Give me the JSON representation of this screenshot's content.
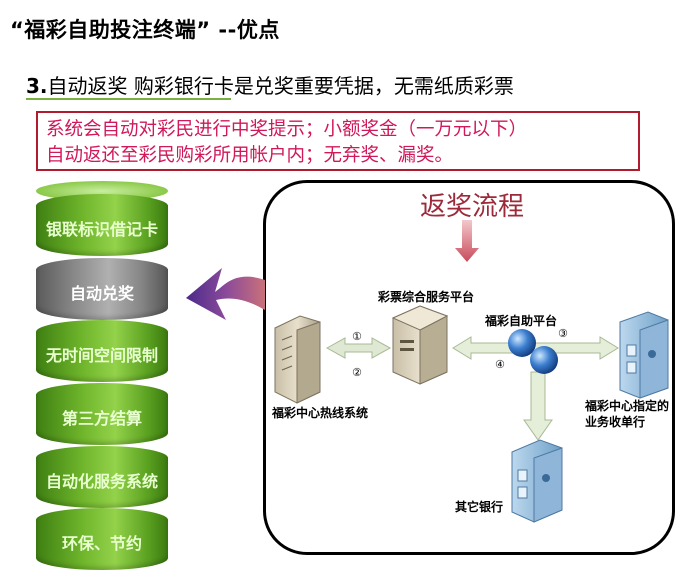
{
  "header": {
    "title": "“福彩自助投注终端” --优点"
  },
  "subtitle": {
    "number": "3.",
    "text": "自动返奖 购彩银行卡是兑奖重要凭据，无需纸质彩票"
  },
  "notice": {
    "line1": "系统会自动对彩民进行中奖提示；小额奖金（一万元以下）",
    "line2": "自动返还至彩民购彩所用帐户内；无弃奖、漏奖。"
  },
  "stack": {
    "items": [
      {
        "label": "银联标识借记卡",
        "active": false
      },
      {
        "label": "自动兑奖",
        "active": true
      },
      {
        "label": "无时间空间限制",
        "active": false
      },
      {
        "label": "第三方结算",
        "active": false
      },
      {
        "label": "自动化服务系统",
        "active": false
      },
      {
        "label": "环保、节约",
        "active": false
      }
    ]
  },
  "flow": {
    "title": "返奖流程",
    "nodes": {
      "platform": "彩票综合服务平台",
      "self_service": "福彩自助平台",
      "hotline": "福彩中心热线系统",
      "designated_bank_line1": "福彩中心指定的",
      "designated_bank_line2": "业务收单行",
      "other_bank": "其它银行"
    },
    "steps": [
      "①",
      "②",
      "③",
      "④"
    ]
  },
  "colors": {
    "accent_green": "#7ab03f",
    "notice_border": "#b01c2e",
    "notice_text": "#d1185a",
    "flow_title": "#9c2a3a"
  }
}
